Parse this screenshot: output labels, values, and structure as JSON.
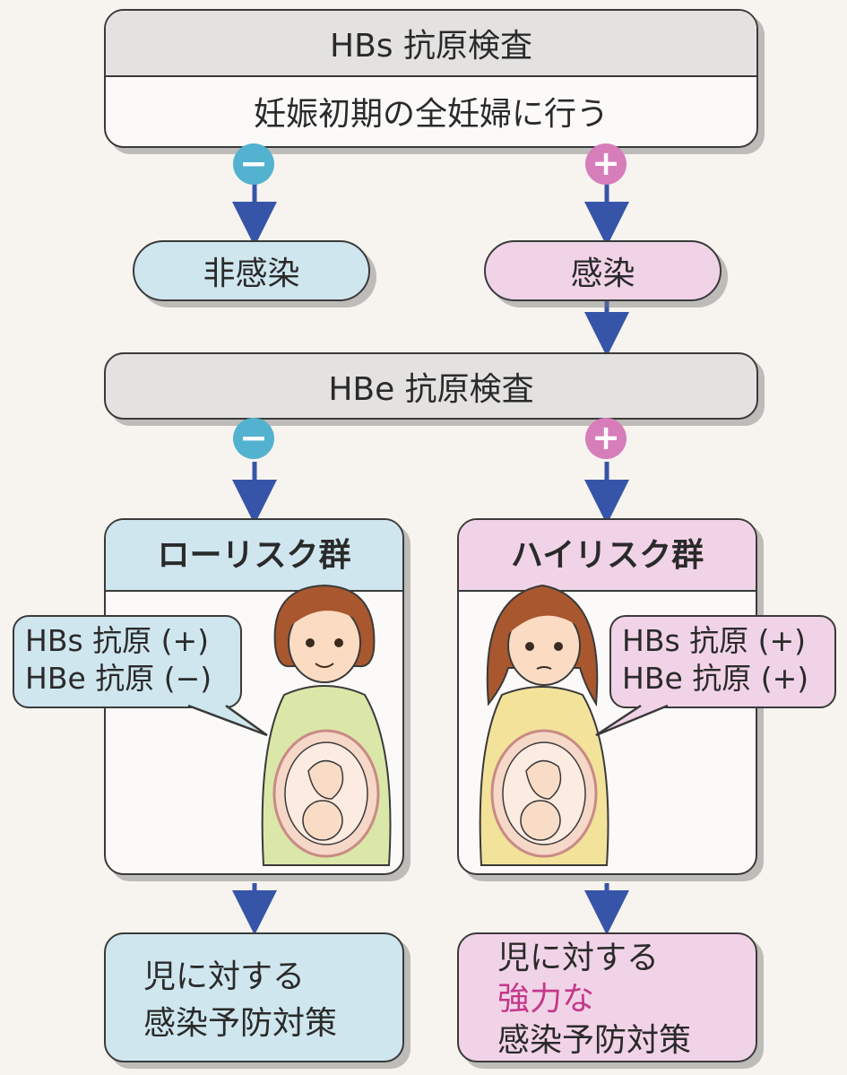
{
  "colors": {
    "minus": "#52b2cf",
    "plus": "#d77dba",
    "blue_fill": "#cfe6ee",
    "pink_fill": "#f1d3e7",
    "gray_fill": "#e3e2e0",
    "emphasis": "#c4378a",
    "arrow": "#3655a8"
  },
  "hbs_test": {
    "title": "HBs 抗原検査",
    "subtitle": "妊娠初期の全妊婦に行う"
  },
  "signs": {
    "negative": "−",
    "positive": "+"
  },
  "non_infected": "非感染",
  "infected": "感染",
  "hbe_test": {
    "title": "HBe 抗原検査"
  },
  "low_risk": {
    "heading": "ローリスク群",
    "callout_line1": "HBs 抗原 (+)",
    "callout_line2": "HBe 抗原 (−)",
    "result_line1": "児に対する",
    "result_line2": "感染予防対策"
  },
  "high_risk": {
    "heading": "ハイリスク群",
    "callout_line1": "HBs 抗原 (+)",
    "callout_line2": "HBe 抗原 (+)",
    "result_line1": "児に対する",
    "result_emphasis": "強力な",
    "result_line2": "感染予防対策"
  }
}
